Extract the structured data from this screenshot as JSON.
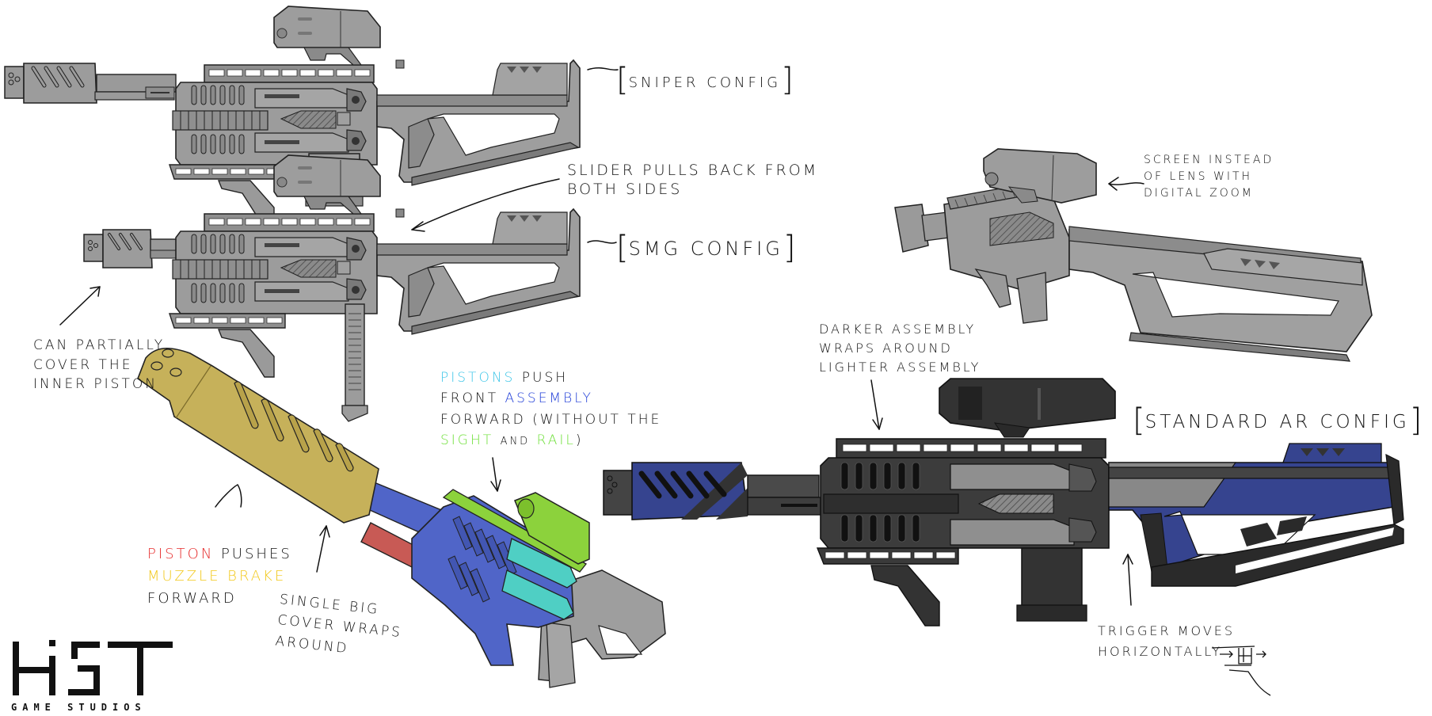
{
  "labels": {
    "sniper": "Sniper config",
    "smg": "SMG config",
    "standard": "Standard AR config"
  },
  "notes": {
    "slider": [
      "Slider pulls back from",
      "both sides"
    ],
    "muzzle_cover": [
      "Can partially",
      "cover the",
      "inner piston"
    ],
    "pistons": {
      "l1a": "Pistons",
      "l1b": "push",
      "l2a": "front",
      "l2b": "assembly",
      "l3": "forward (without the",
      "l4a": "sight",
      "l4b": "and",
      "l4c": "rail",
      "l4d": ")"
    },
    "piston_muzzle": {
      "l1a": "Piston",
      "l1b": "pushes",
      "l2": "Muzzle brake",
      "l3": "forward"
    },
    "single_cover": [
      "single big",
      "cover wraps",
      "around"
    ],
    "screen": [
      "screen instead",
      "of lens with",
      "digital zoom"
    ],
    "darker": [
      "Darker assembly",
      "wraps around",
      "lighter assembly"
    ],
    "trigger": [
      "Trigger moves",
      "horizontally"
    ]
  },
  "logo": {
    "mark": "HST",
    "subtitle": "GAME STUDIOS"
  },
  "colors": {
    "cyan_note": "#3fc6e8",
    "blue_note": "#2340d8",
    "green_note": "#6fe03a",
    "red_note": "#e62a2a",
    "yellow_note": "#f2c81a",
    "gun_grey": "#9a9a9a",
    "gun_dark": "#3a3a3a",
    "gun_blue": "#36448f",
    "muzzle_gold": "#c6b15a",
    "assembly_blue": "#5065c8",
    "piston_cyan": "#4fcfc4",
    "sight_green": "#8cd23c",
    "piston_red": "#c85a55"
  }
}
